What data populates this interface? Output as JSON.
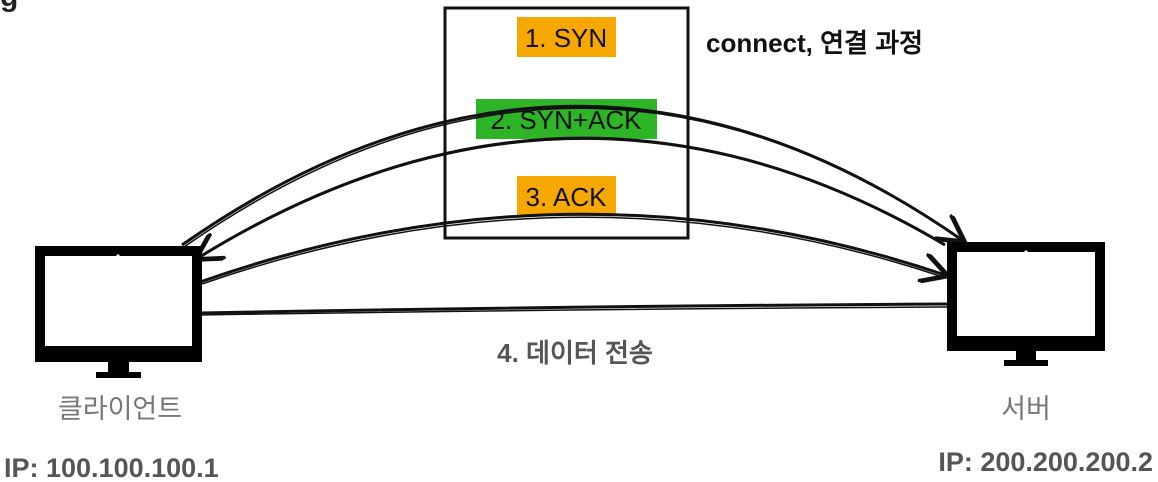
{
  "title_fragment": "g",
  "steps": [
    {
      "label": "1. SYN",
      "color": "#F7A800"
    },
    {
      "label": "2. SYN+ACK",
      "color": "#2DB427"
    },
    {
      "label": "3. ACK",
      "color": "#F7A800"
    },
    {
      "label": "4. 데이터 전송"
    }
  ],
  "connect_label": "connect, 연결 과정",
  "client": {
    "icon": "monitor-icon",
    "name": "클라이언트",
    "ip": "IP: 100.100.100.1"
  },
  "server": {
    "icon": "monitor-icon",
    "name": "서버",
    "ip": "IP: 200.200.200.2"
  }
}
